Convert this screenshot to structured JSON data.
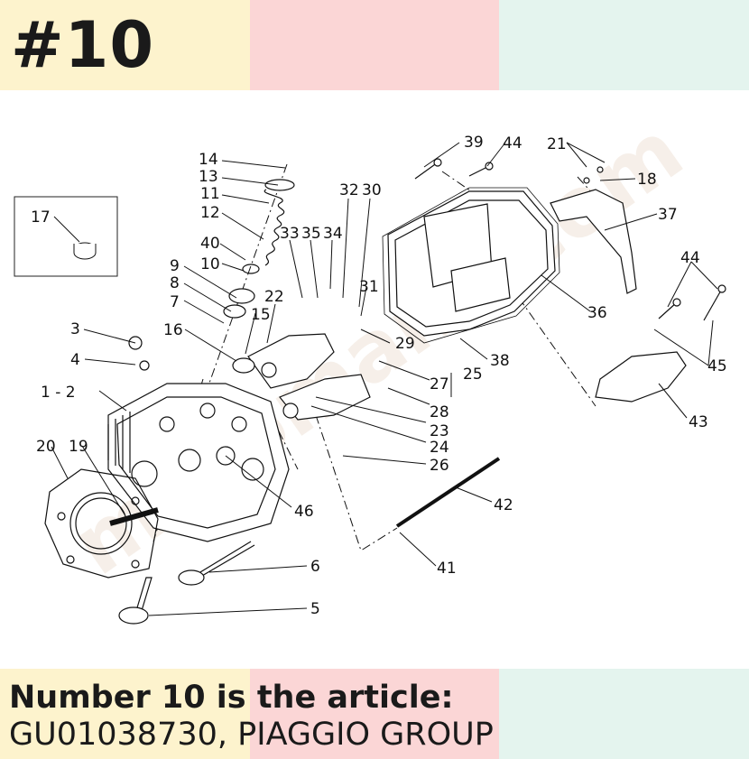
{
  "header": {
    "title": "#10",
    "band_colors": [
      "#fdf3cd",
      "#fbd6d6",
      "#e4f4ee"
    ]
  },
  "caption": {
    "line1": "Number 10 is the article:",
    "line2": "GU01038730, PIAGGIO GROUP"
  },
  "diagram": {
    "watermark": "motomaniacom",
    "callouts": [
      "17",
      "14",
      "13",
      "11",
      "12",
      "40",
      "10",
      "9",
      "8",
      "7",
      "3",
      "4",
      "16",
      "15",
      "22",
      "33",
      "35",
      "34",
      "32",
      "30",
      "31",
      "29",
      "28",
      "27",
      "25",
      "23",
      "24",
      "26",
      "1 - 2",
      "20",
      "19",
      "46",
      "6",
      "5",
      "42",
      "41",
      "39",
      "44",
      "21",
      "18",
      "37",
      "36",
      "38",
      "44",
      "45",
      "43"
    ]
  }
}
